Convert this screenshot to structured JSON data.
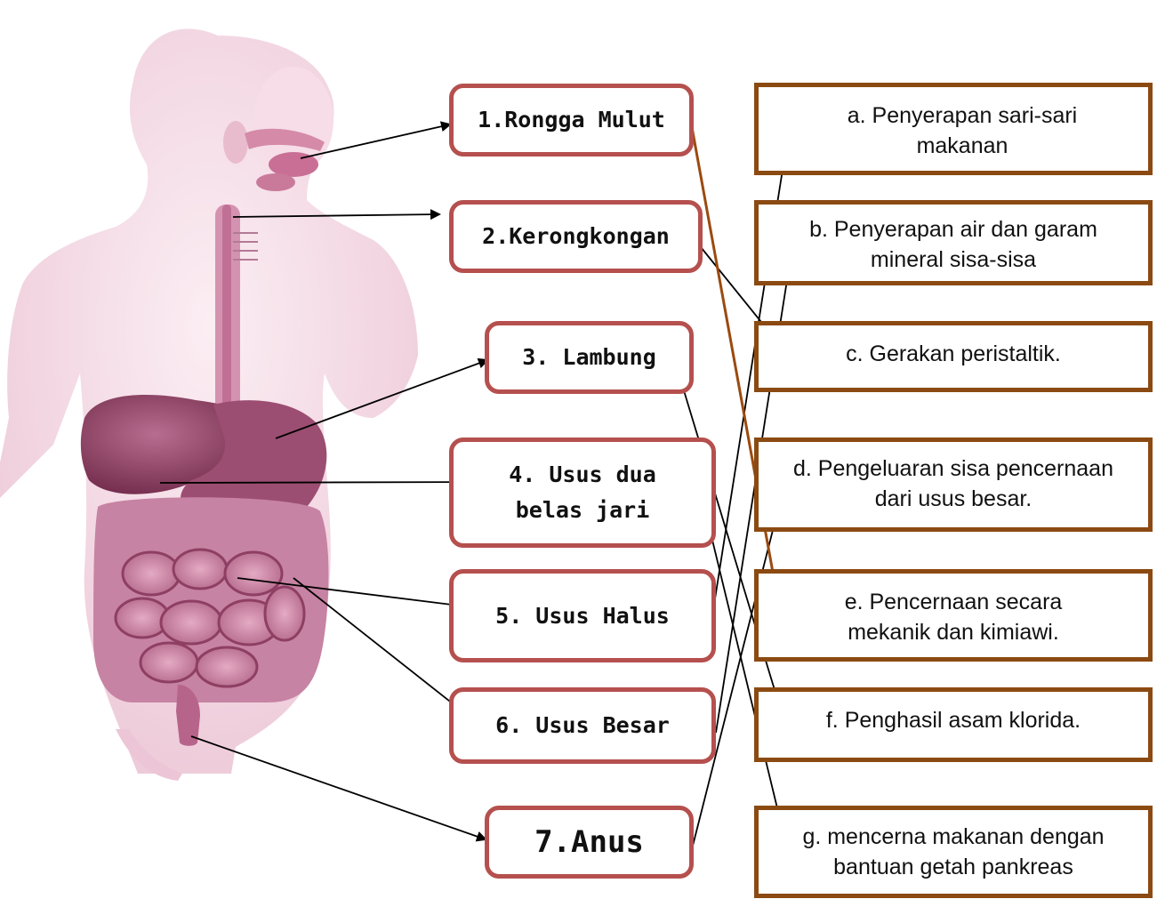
{
  "organs": [
    {
      "label": "1.Rongga Mulut"
    },
    {
      "label": "2.Kerongkongan"
    },
    {
      "label": "3. Lambung"
    },
    {
      "label": "4. Usus dua belas jari"
    },
    {
      "label": "5. Usus Halus"
    },
    {
      "label": "6. Usus Besar"
    },
    {
      "label": "7.Anus"
    }
  ],
  "functions": [
    {
      "label": "a. Penyerapan sari-sari makanan"
    },
    {
      "label": "b. Penyerapan air dan garam mineral sisa-sisa"
    },
    {
      "label": "c. Gerakan peristaltik."
    },
    {
      "label": "d. Pengeluaran sisa pencernaan dari usus besar."
    },
    {
      "label": "e. Pencernaan secara mekanik dan kimiawi."
    },
    {
      "label": "f. Penghasil asam klorida."
    },
    {
      "label": "g. mencerna makanan dengan bantuan getah pankreas"
    }
  ],
  "colors": {
    "organ_border": "#b5504e",
    "function_border": "#8b4a12",
    "highlight_connector": "#9b4a10",
    "connector": "#000000",
    "skin": "#f3d9e3"
  }
}
